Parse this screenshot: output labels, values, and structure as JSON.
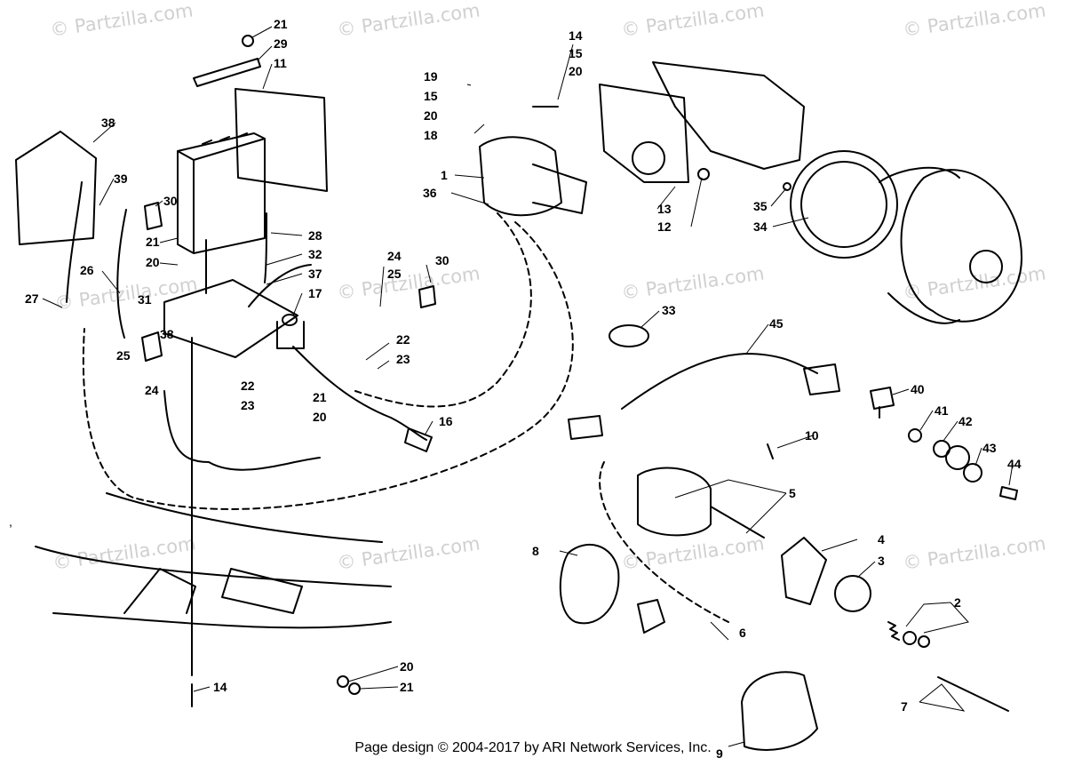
{
  "watermark": "© Partzilla.com",
  "callout_numbers": [
    "21",
    "29",
    "11",
    "38",
    "39",
    "30",
    "21",
    "20",
    "26",
    "31",
    "27",
    "28",
    "32",
    "37",
    "17",
    "24",
    "25",
    "30",
    "38",
    "25",
    "24",
    "22",
    "23",
    "22",
    "23",
    "21",
    "20",
    "16",
    "19",
    "15",
    "20",
    "18",
    "14",
    "15",
    "20",
    "1",
    "36",
    "13",
    "12",
    "35",
    "34",
    "33",
    "45",
    "40",
    "41",
    "42",
    "43",
    "44",
    "10",
    "5",
    "4",
    "3",
    "2",
    "8",
    "6",
    "7",
    "9",
    "20",
    "21",
    "14"
  ],
  "footer": "Page design © 2004-2017 by ARI Network Services, Inc."
}
